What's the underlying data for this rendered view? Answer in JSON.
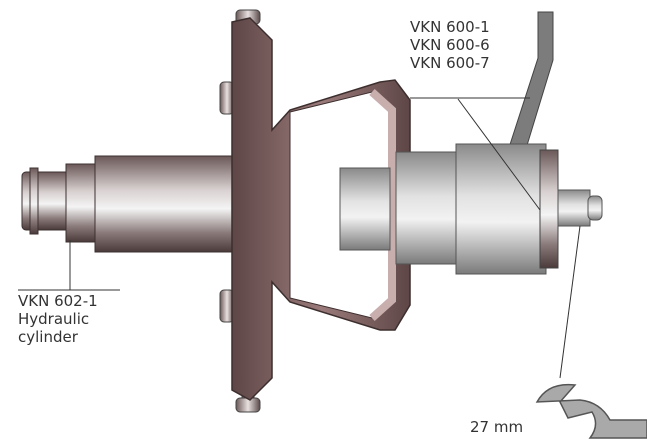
{
  "labels": {
    "top": [
      "VKN 600-1",
      "VKN 600-6",
      "VKN 600-7"
    ],
    "left": [
      "VKN 602-1",
      "Hydraulic",
      "cylinder"
    ],
    "wrench": "27 mm"
  },
  "colors": {
    "metal_dark": "#5a4a4a",
    "metal_light": "#e6e6e6",
    "puller_brown": "#7a5a5a",
    "puller_light": "#c9aeae",
    "wrench_gray": "#a9a9a9",
    "leader_line": "#333333"
  },
  "icons": [
    "wrench-icon"
  ]
}
